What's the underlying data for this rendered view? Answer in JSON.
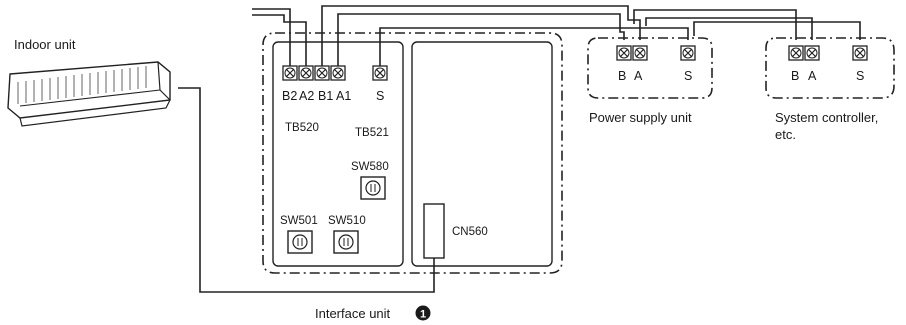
{
  "indoor_unit": {
    "label": "Indoor unit"
  },
  "interface_unit": {
    "label": "Interface unit",
    "badge": "1",
    "terminal_block_a": {
      "name": "TB520",
      "terminals": [
        "B2",
        "A2",
        "B1",
        "A1"
      ]
    },
    "terminal_block_b": {
      "name": "TB521",
      "terminals": [
        "S"
      ]
    },
    "switches": [
      "SW580",
      "SW501",
      "SW510"
    ],
    "connector": "CN560"
  },
  "power_supply_unit": {
    "label": "Power supply unit",
    "terminals": [
      "B",
      "A",
      "S"
    ]
  },
  "system_controller": {
    "label_line1": "System controller,",
    "label_line2": "etc.",
    "terminals": [
      "B",
      "A",
      "S"
    ]
  }
}
